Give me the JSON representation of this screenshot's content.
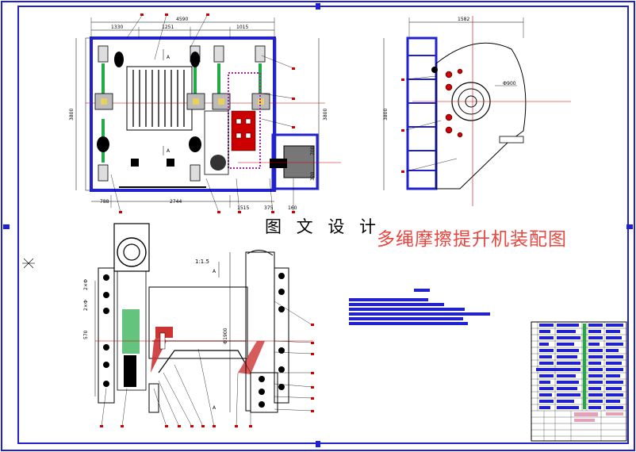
{
  "watermark": "图 文 设 计",
  "title": "多绳摩擦提升机装配图",
  "view_ratio": "1:1.5",
  "dimensions": {
    "top_overall": "4590",
    "top_seg1": "1330",
    "top_seg2": "1251",
    "top_seg3": "1015",
    "left_height": "3800",
    "right_height": "3800",
    "bottom_left": "788",
    "bottom_mid": "2744",
    "bottom_a": "1515",
    "bottom_b": "375",
    "bottom_c": "160",
    "side_width": "1582",
    "side_height": "3800",
    "side_dia": "Ф900",
    "right_small_h1": "700",
    "right_small_h2": "320",
    "front_dim1": "2×Ф",
    "front_dim2": "2×Ф",
    "front_dim3": "570",
    "front_dia": "Ф1900",
    "section_mark": "A"
  },
  "colors": {
    "frame": "#2222cc",
    "lines": "#000000",
    "accent_red": "#cc0000",
    "accent_magenta": "#aa22aa",
    "accent_green": "#22aa44"
  }
}
